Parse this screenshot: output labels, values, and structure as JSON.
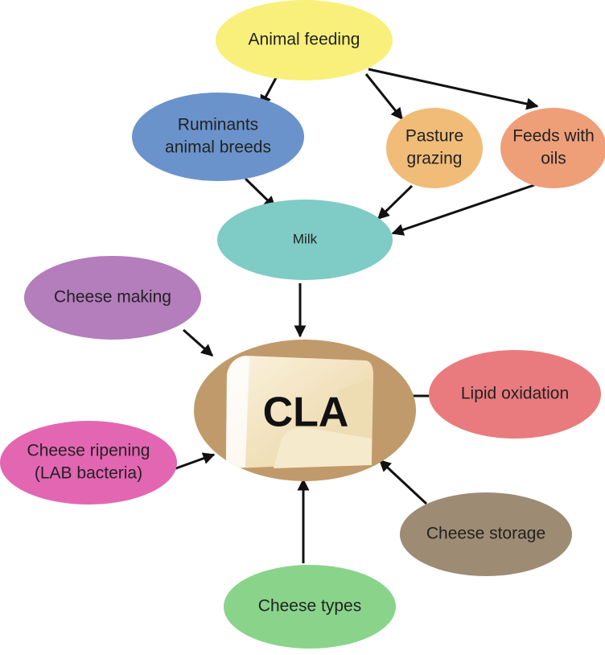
{
  "diagram": {
    "center": {
      "id": "cla",
      "label": "CLA",
      "color": "#C19A6B"
    },
    "nodes": [
      {
        "id": "animal_feeding",
        "lines": [
          "Animal feeding"
        ],
        "color": "#F8F07A"
      },
      {
        "id": "ruminants",
        "lines": [
          "Ruminants",
          "animal breeds"
        ],
        "color": "#6B93CB"
      },
      {
        "id": "pasture",
        "lines": [
          "Pasture",
          "grazing"
        ],
        "color": "#F0BC78"
      },
      {
        "id": "feeds_oils",
        "lines": [
          "Feeds with",
          "oils"
        ],
        "color": "#EE9F78"
      },
      {
        "id": "milk",
        "lines": [
          "Milk"
        ],
        "color": "#7FCBC5"
      },
      {
        "id": "cheese_making",
        "lines": [
          "Cheese making"
        ],
        "color": "#B47DBB"
      },
      {
        "id": "cheese_ripening",
        "lines": [
          "Cheese ripening",
          "(LAB bacteria)"
        ],
        "color": "#E366B2"
      },
      {
        "id": "lipid_oxidation",
        "lines": [
          "Lipid oxidation"
        ],
        "color": "#E97B7E"
      },
      {
        "id": "cheese_storage",
        "lines": [
          "Cheese storage"
        ],
        "color": "#9E8B74"
      },
      {
        "id": "cheese_types",
        "lines": [
          "Cheese types"
        ],
        "color": "#89D48A"
      }
    ],
    "edges": [
      {
        "from": "animal_feeding",
        "to": "ruminants"
      },
      {
        "from": "animal_feeding",
        "to": "pasture"
      },
      {
        "from": "animal_feeding",
        "to": "feeds_oils"
      },
      {
        "from": "ruminants",
        "to": "milk"
      },
      {
        "from": "pasture",
        "to": "milk"
      },
      {
        "from": "feeds_oils",
        "to": "milk"
      },
      {
        "from": "milk",
        "to": "cla"
      },
      {
        "from": "cheese_making",
        "to": "cla"
      },
      {
        "from": "cheese_ripening",
        "to": "cla"
      },
      {
        "from": "lipid_oxidation",
        "to": "cla"
      },
      {
        "from": "cheese_storage",
        "to": "cla"
      },
      {
        "from": "cheese_types",
        "to": "cla"
      }
    ]
  }
}
